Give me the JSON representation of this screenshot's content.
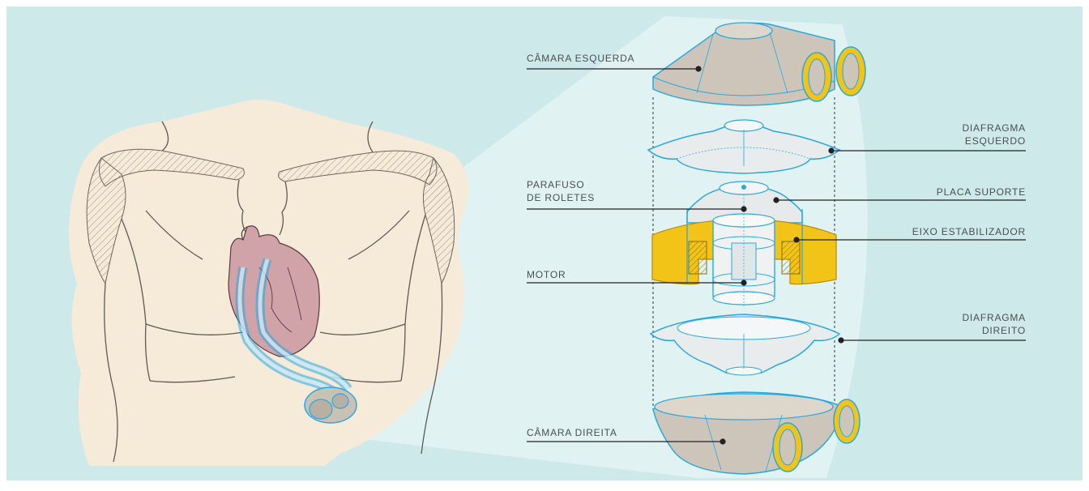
{
  "colors": {
    "background": "#cde9ea",
    "torso_fill": "#f6ead8",
    "device_gray": "#cdc5b9",
    "device_outline": "#29a8e0",
    "ring_yellow": "#f2c417",
    "heart": "#cfa3a8",
    "leader_line": "#222222"
  },
  "labels": {
    "camara_esquerda": "CÂMARA ESQUERDA",
    "diafragma_esquerdo_l1": "DIAFRAGMA",
    "diafragma_esquerdo_l2": "ESQUERDO",
    "parafuso_l1": "PARAFUSO",
    "parafuso_l2": "DE ROLETES",
    "placa_suporte": "PLACA SUPORTE",
    "eixo_estabilizador": "EIXO ESTABILIZADOR",
    "motor": "MOTOR",
    "diafragma_direito_l1": "DIAFRAGMA",
    "diafragma_direito_l2": "DIREITO",
    "camara_direita": "CÂMARA DIREITA"
  }
}
